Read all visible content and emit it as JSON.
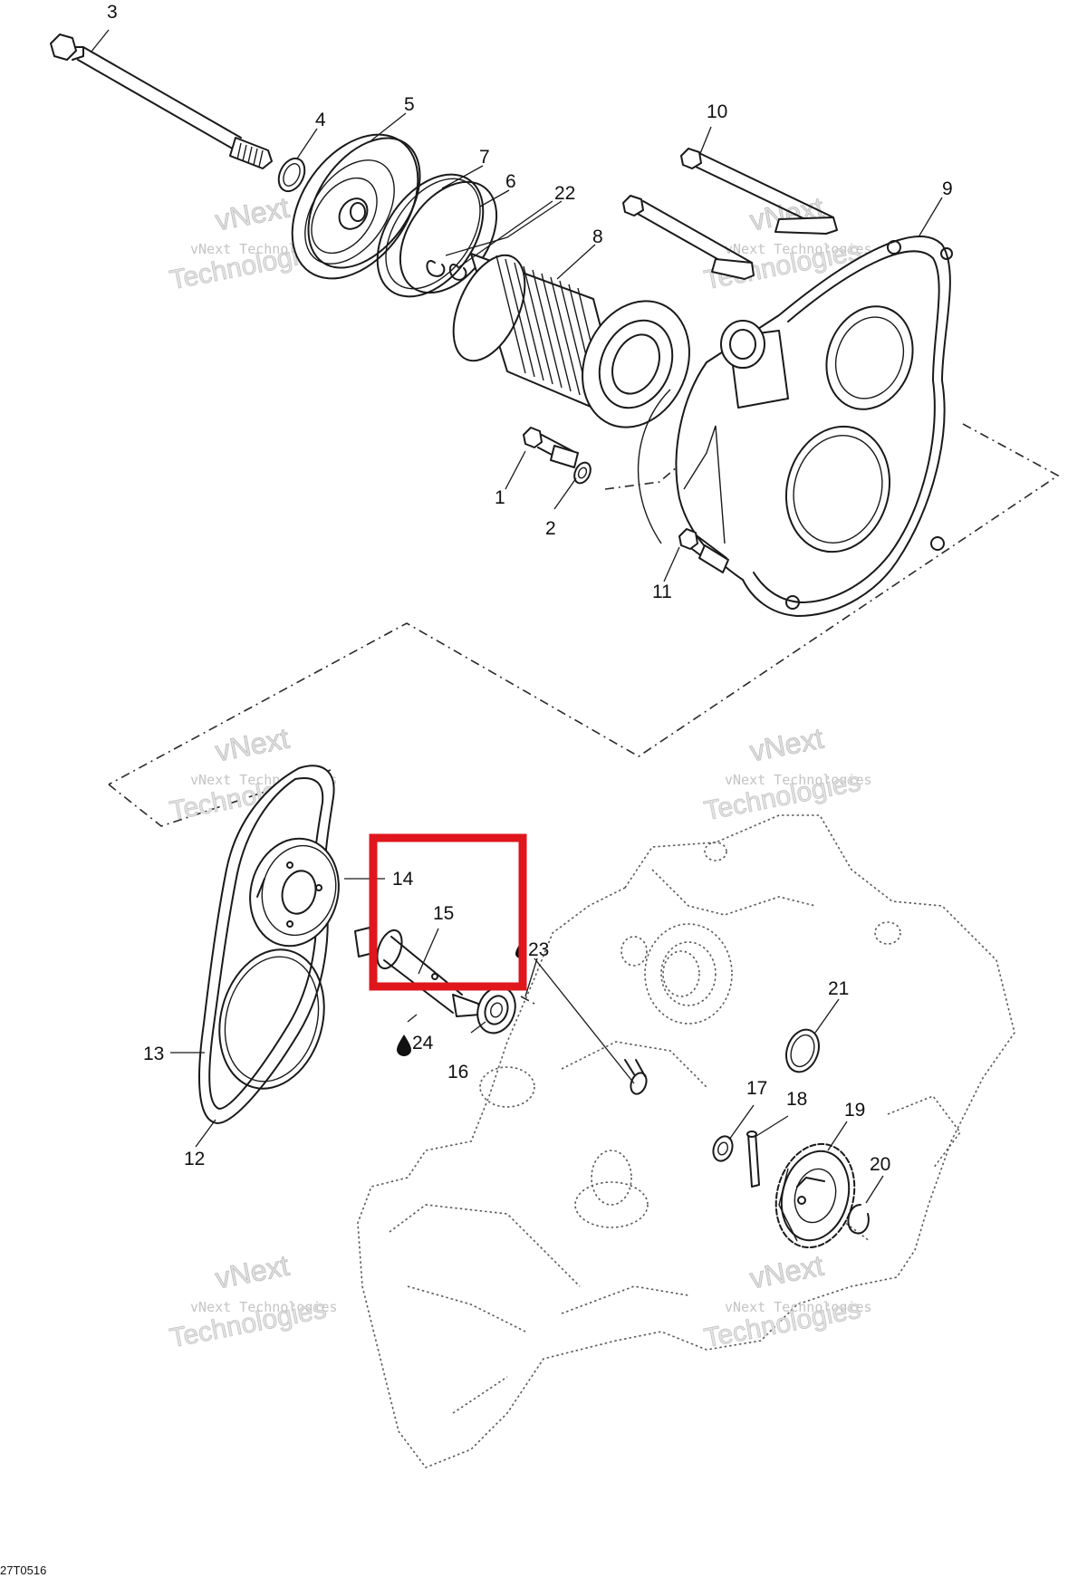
{
  "callouts": {
    "c1": "1",
    "c2": "2",
    "c3": "3",
    "c4": "4",
    "c5": "5",
    "c6": "6",
    "c7": "7",
    "c8": "8",
    "c9": "9",
    "c10": "10",
    "c11": "11",
    "c12": "12",
    "c13": "13",
    "c14": "14",
    "c15": "15",
    "c16": "16",
    "c17": "17",
    "c18": "18",
    "c19": "19",
    "c20": "20",
    "c21": "21",
    "c22": "22",
    "c23": "23",
    "c24": "24"
  },
  "watermark": {
    "line1": "vNext Technologies",
    "line2": "vNext",
    "line3": "Technologies"
  },
  "reference_code": "27T0516",
  "highlight": {
    "color": "#e0161d",
    "target_callout": "15"
  }
}
